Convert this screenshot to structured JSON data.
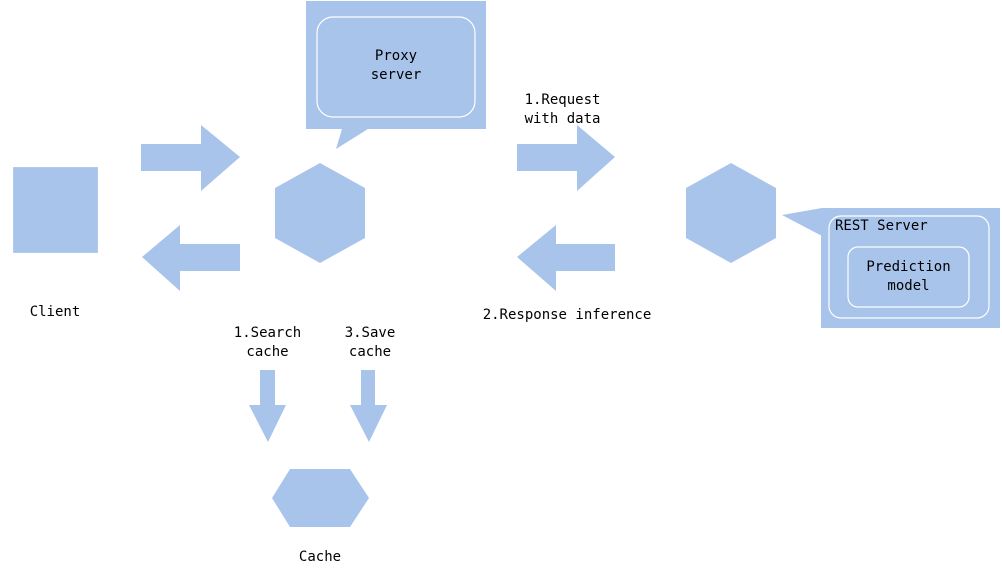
{
  "colors": {
    "shape_fill": "#a9c4eb",
    "inner_border": "#ffffff",
    "text": "#000000",
    "background": "#ffffff"
  },
  "nodes": {
    "client": {
      "label": "Client",
      "shape": "square"
    },
    "proxy_hexagon": {
      "shape": "hexagon"
    },
    "proxy_callout": {
      "label": "Proxy\nserver",
      "shape": "callout"
    },
    "rest_hexagon": {
      "shape": "hexagon"
    },
    "rest_callout": {
      "label": "REST Server",
      "shape": "callout"
    },
    "prediction_model": {
      "label": "Prediction\nmodel",
      "shape": "rounded-rect"
    },
    "cache": {
      "label": "Cache",
      "shape": "hexagon"
    }
  },
  "edges": {
    "client_to_proxy": {
      "label": "",
      "direction": "right"
    },
    "proxy_to_client": {
      "label": "",
      "direction": "left"
    },
    "request": {
      "label": "1.Request\nwith data",
      "direction": "right"
    },
    "response": {
      "label": "2.Response inference",
      "direction": "left"
    },
    "search_cache": {
      "label": "1.Search\ncache",
      "direction": "down"
    },
    "save_cache": {
      "label": "3.Save\ncache",
      "direction": "down"
    }
  }
}
